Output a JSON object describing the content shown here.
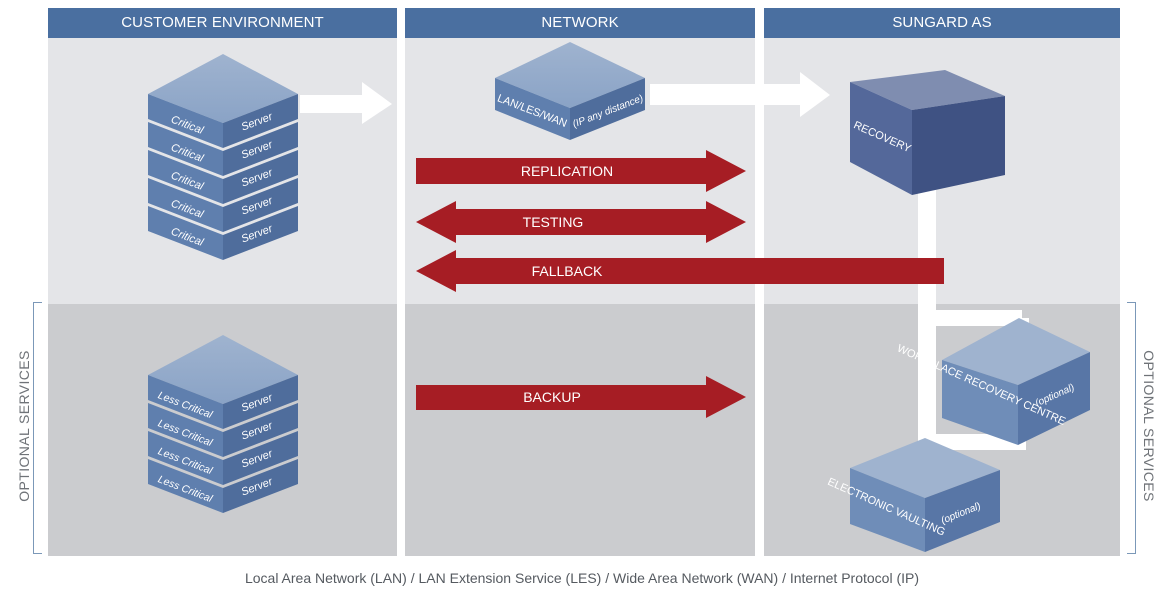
{
  "columns": {
    "customer": "CUSTOMER ENVIRONMENT",
    "network": "NETWORK",
    "sungard": "SUNGARD AS"
  },
  "critical_servers": [
    {
      "left": "Critical",
      "right": "Server"
    },
    {
      "left": "Critical",
      "right": "Server"
    },
    {
      "left": "Critical",
      "right": "Server"
    },
    {
      "left": "Critical",
      "right": "Server"
    },
    {
      "left": "Critical",
      "right": "Server"
    }
  ],
  "less_critical_servers": [
    {
      "left": "Less Critical",
      "right": "Server"
    },
    {
      "left": "Less Critical",
      "right": "Server"
    },
    {
      "left": "Less Critical",
      "right": "Server"
    },
    {
      "left": "Less Critical",
      "right": "Server"
    }
  ],
  "network_box": {
    "left": "LAN/LES/WAN",
    "right": "(IP any distance)"
  },
  "recovery_box": {
    "label": "RECOVERY"
  },
  "workplace_box": {
    "label": "WORKPLACE RECOVERY CENTRE",
    "tag": "(optional)"
  },
  "vaulting_box": {
    "label": "ELECTRONIC VAULTING",
    "tag": "(optional)"
  },
  "flows": {
    "replication": "REPLICATION",
    "testing": "TESTING",
    "fallback": "FALLBACK",
    "backup": "BACKUP"
  },
  "side_labels": {
    "left": "OPTIONAL SERVICES",
    "right": "OPTIONAL SERVICES"
  },
  "footnote": "Local Area Network (LAN) / LAN Extension Service (LES) / Wide Area Network (WAN) / Internet Protocol (IP)",
  "colors": {
    "header": "#4a6fa0",
    "arrow_red": "#a61d24",
    "box_blue": "#6f8db8",
    "recovery_dark": "#455a86"
  }
}
